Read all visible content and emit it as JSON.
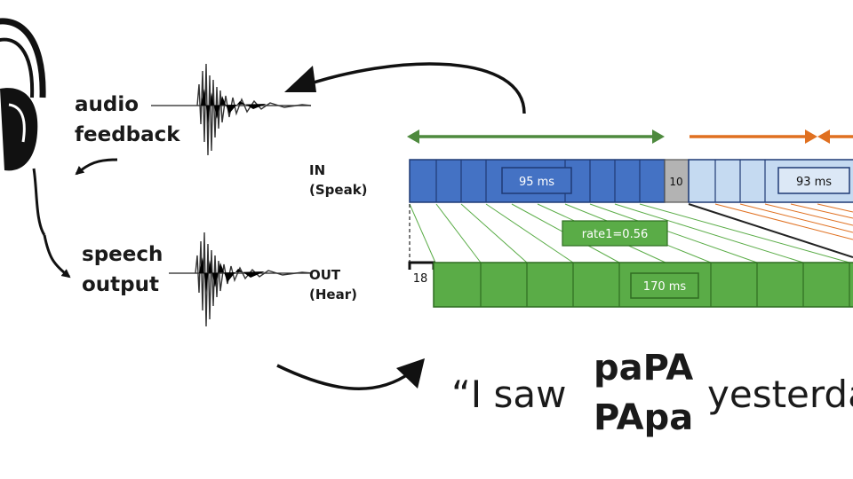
{
  "labels": {
    "audio_feedback_line1": "audio",
    "audio_feedback_line2": "feedback",
    "speech_output_line1": "speech",
    "speech_output_line2": "output",
    "in_line1": "IN",
    "in_line2": "(Speak)",
    "out_line1": "OUT",
    "out_line2": "(Hear)"
  },
  "timing": {
    "in_duration": "95 ms",
    "gap": "10",
    "in_duration_2": "93 ms",
    "rate": "rate1=0.56",
    "offset": "18",
    "out_duration": "170 ms"
  },
  "sentence": {
    "prefix": "“I saw",
    "option_top": "paPA",
    "option_bottom": "PApa",
    "suffix": "yesterda"
  },
  "colors": {
    "in_blue": "#4472c4",
    "in_light_blue": "#c5daf1",
    "out_green": "#5aac47",
    "arrow_green": "#4e8a3e",
    "arrow_orange": "#e07020",
    "gap_gray": "#b3b3b3"
  }
}
